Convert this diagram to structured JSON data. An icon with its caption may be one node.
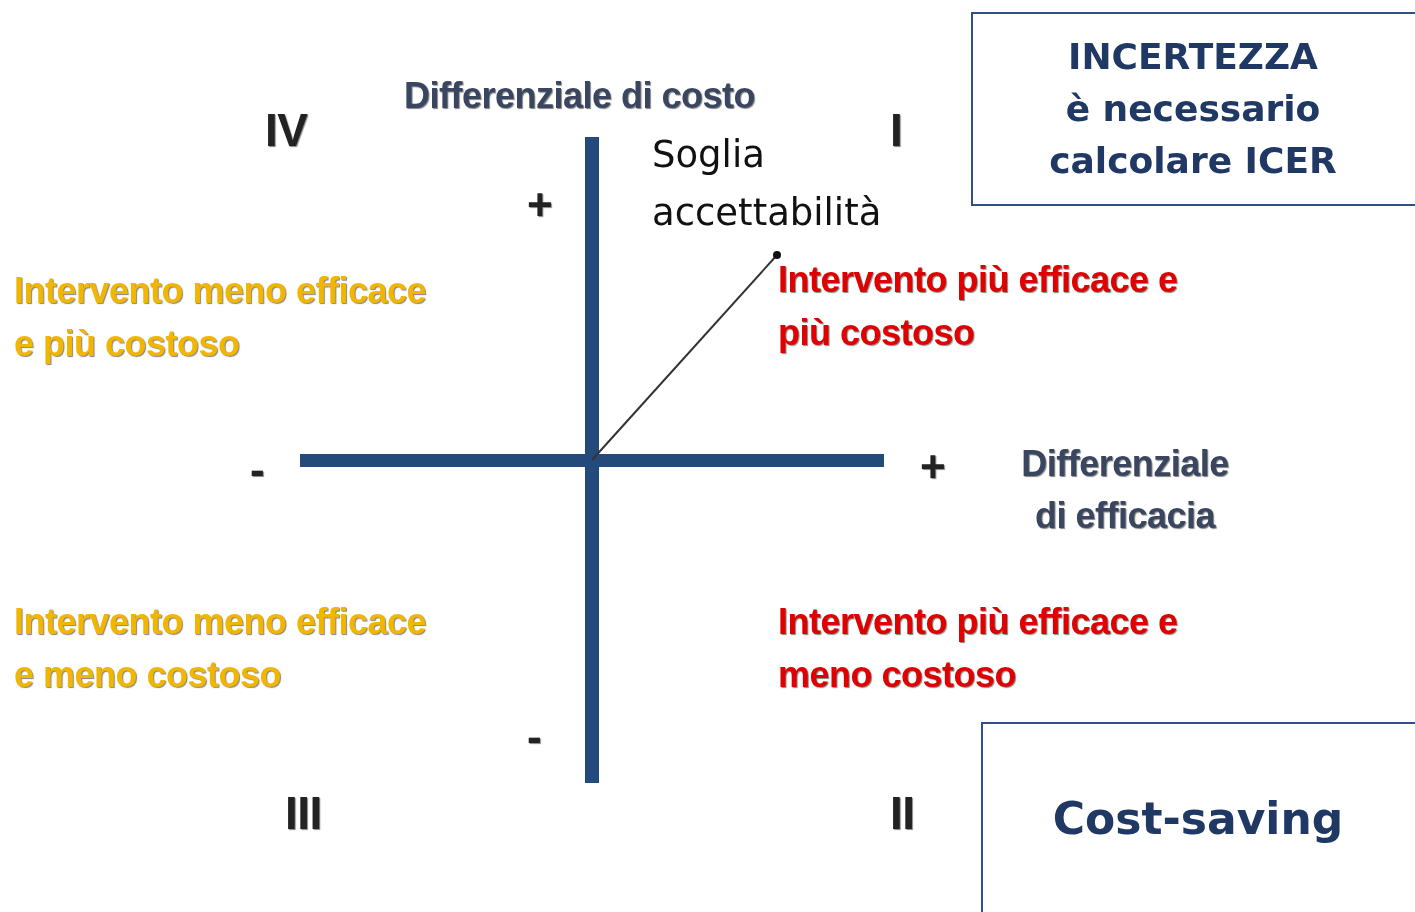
{
  "diagram": {
    "nodes": [
      {
        "text": [
          "INCERTEZZA",
          "è necessario calcolare ICER"
        ]
      },
      {
        "text": [
          "Soglia accettabilità"
        ]
      },
      {
        "text": [
          "Cost-saving"
        ]
      }
    ],
    "edges": [
      {
        "from": null,
        "to": 1,
        "arrow": "other"
      }
    ],
    "labels": [
      "Differenziale di costo",
      "IV",
      "I",
      "+",
      "Intervento meno efficace e più costoso",
      "Intervento più efficace e più costoso",
      "-",
      "+",
      "Differenziale di efficacia",
      "Intervento meno efficace e meno costoso",
      "Intervento più efficace e meno costoso",
      "-",
      "III",
      "II"
    ]
  }
}
